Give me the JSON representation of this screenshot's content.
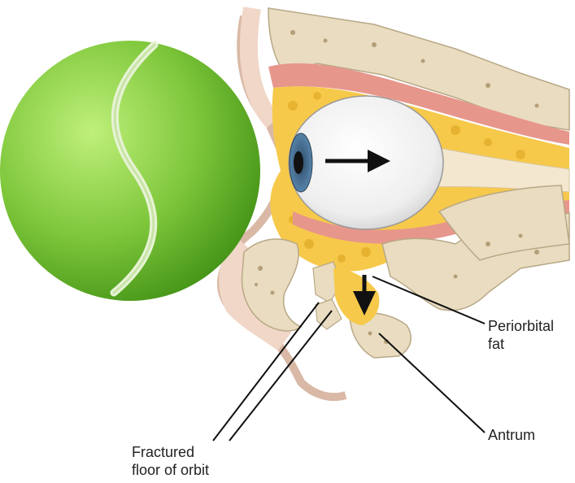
{
  "labels": {
    "periorbital_fat_line1": "Periorbital",
    "periorbital_fat_line2": "fat",
    "antrum": "Antrum",
    "fractured_floor_line1": "Fractured",
    "fractured_floor_line2": "floor of orbit"
  },
  "colors": {
    "ball": "#7dc63a",
    "bone": "#e9dcc0",
    "fat": "#f6c94a",
    "muscle": "#e7968c",
    "skin": "#f1d7c8",
    "arrow": "#111111"
  }
}
